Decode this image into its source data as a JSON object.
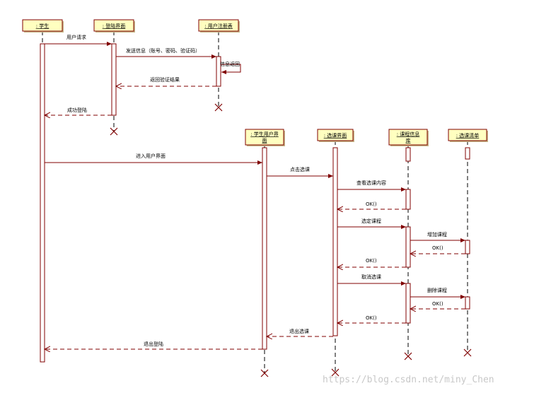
{
  "diagram": {
    "objects": [
      {
        "id": "student",
        "label": ": 学生"
      },
      {
        "id": "login",
        "label": ": 登陆界面"
      },
      {
        "id": "registry",
        "label": ": 用户注册表"
      },
      {
        "id": "home",
        "label": ": 学生用户界面"
      },
      {
        "id": "select_ui",
        "label": ": 选课界面"
      },
      {
        "id": "course_db",
        "label": ": 课程信息库"
      },
      {
        "id": "course_list",
        "label": ": 选课清单"
      }
    ],
    "messages": [
      {
        "label": "用户请求"
      },
      {
        "label": "发送信息（账号、密码、验证码）"
      },
      {
        "label": "信息返回"
      },
      {
        "label": "返回验证结果"
      },
      {
        "label": "成功登陆"
      },
      {
        "label": "进入用户界面"
      },
      {
        "label": "点击选课"
      },
      {
        "label": "查看选课内容"
      },
      {
        "label": "OK()"
      },
      {
        "label": "选定课程"
      },
      {
        "label": "增加课程"
      },
      {
        "label": "OK()"
      },
      {
        "label": "OK()"
      },
      {
        "label": "取消选课"
      },
      {
        "label": "删除课程"
      },
      {
        "label": "OK()"
      },
      {
        "label": "OK()"
      },
      {
        "label": "退出选课"
      },
      {
        "label": "退出登陆"
      }
    ]
  },
  "watermark": "https://blog.csdn.net/miny_Chen",
  "colors": {
    "line": "#800000",
    "box_fill": "#ffffc0",
    "box_border": "#800000",
    "watermark": "#c8c8c8"
  }
}
